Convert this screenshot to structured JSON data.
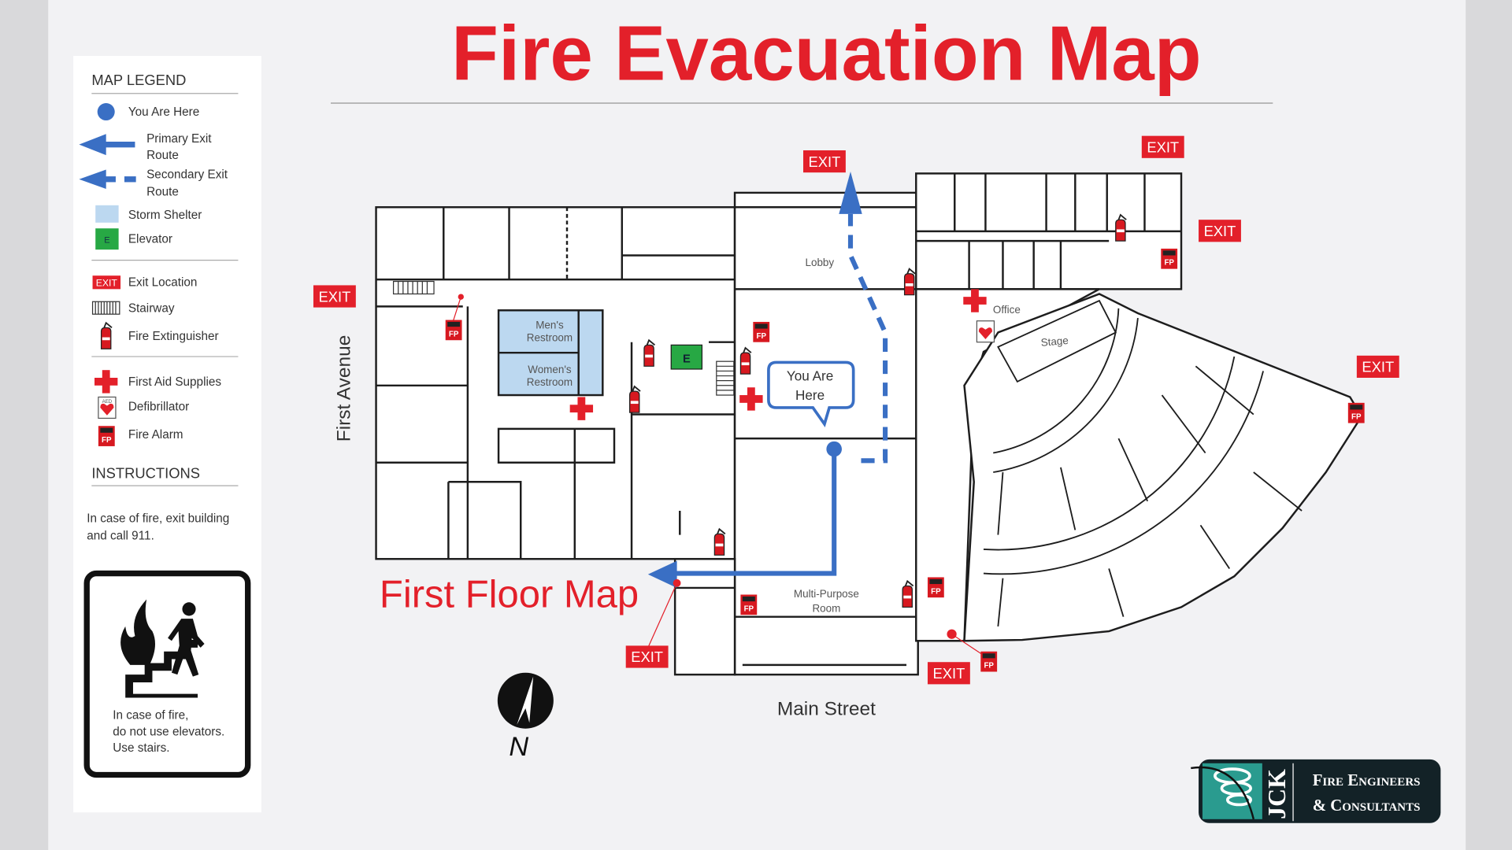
{
  "title": "Fire Evacuation Map",
  "legend": {
    "heading": "MAP LEGEND",
    "items": [
      {
        "icon": "you-are-here-dot-icon",
        "label": "You Are Here"
      },
      {
        "icon": "primary-exit-arrow-icon",
        "label_line1": "Primary Exit",
        "label_line2": "Route"
      },
      {
        "icon": "secondary-exit-arrow-icon",
        "label_line1": "Secondary Exit",
        "label_line2": "Route"
      },
      {
        "icon": "storm-shelter-swatch-icon",
        "label": "Storm Shelter"
      },
      {
        "icon": "elevator-icon",
        "label": "Elevator",
        "glyph": "E"
      },
      {
        "icon": "exit-badge-icon",
        "label": "Exit Location",
        "glyph": "EXIT"
      },
      {
        "icon": "stairway-icon",
        "label": "Stairway"
      },
      {
        "icon": "fire-extinguisher-icon",
        "label": "Fire Extinguisher"
      },
      {
        "icon": "first-aid-icon",
        "label": "First Aid Supplies"
      },
      {
        "icon": "defibrillator-icon",
        "label": "Defibrillator",
        "glyph": "AED"
      },
      {
        "icon": "fire-alarm-icon",
        "label": "Fire Alarm",
        "glyph": "FP"
      }
    ],
    "instructions_heading": "INSTRUCTIONS",
    "instructions_line1": "In case of fire, exit building",
    "instructions_line2": "and call 911."
  },
  "sign": {
    "line1": "In case of fire,",
    "line2": "do not use elevators.",
    "line3": "Use stairs."
  },
  "map": {
    "subtitle": "First Floor Map",
    "street_west": "First Avenue",
    "street_south": "Main Street",
    "compass_label": "N",
    "exit_label": "EXIT",
    "elevator_label": "E",
    "fire_alarm_label": "FP",
    "you_are_here_line1": "You Are",
    "you_are_here_line2": "Here",
    "rooms": {
      "lobby": "Lobby",
      "office": "Office",
      "stage": "Stage",
      "mens_1": "Men's",
      "mens_2": "Restroom",
      "womens_1": "Women's",
      "womens_2": "Restroom",
      "mp_1": "Multi-Purpose",
      "mp_2": "Room"
    }
  },
  "colors": {
    "accent_red": "#e3202a",
    "route_blue": "#3a6fc4",
    "shelter_blue": "#bcd8f0",
    "elevator_green": "#27a844",
    "logo_teal": "#2a9b8f",
    "logo_dark": "#132227"
  },
  "logo": {
    "monogram": "JCK",
    "line1": "Fire Engineers",
    "line2": "& Consultants"
  }
}
